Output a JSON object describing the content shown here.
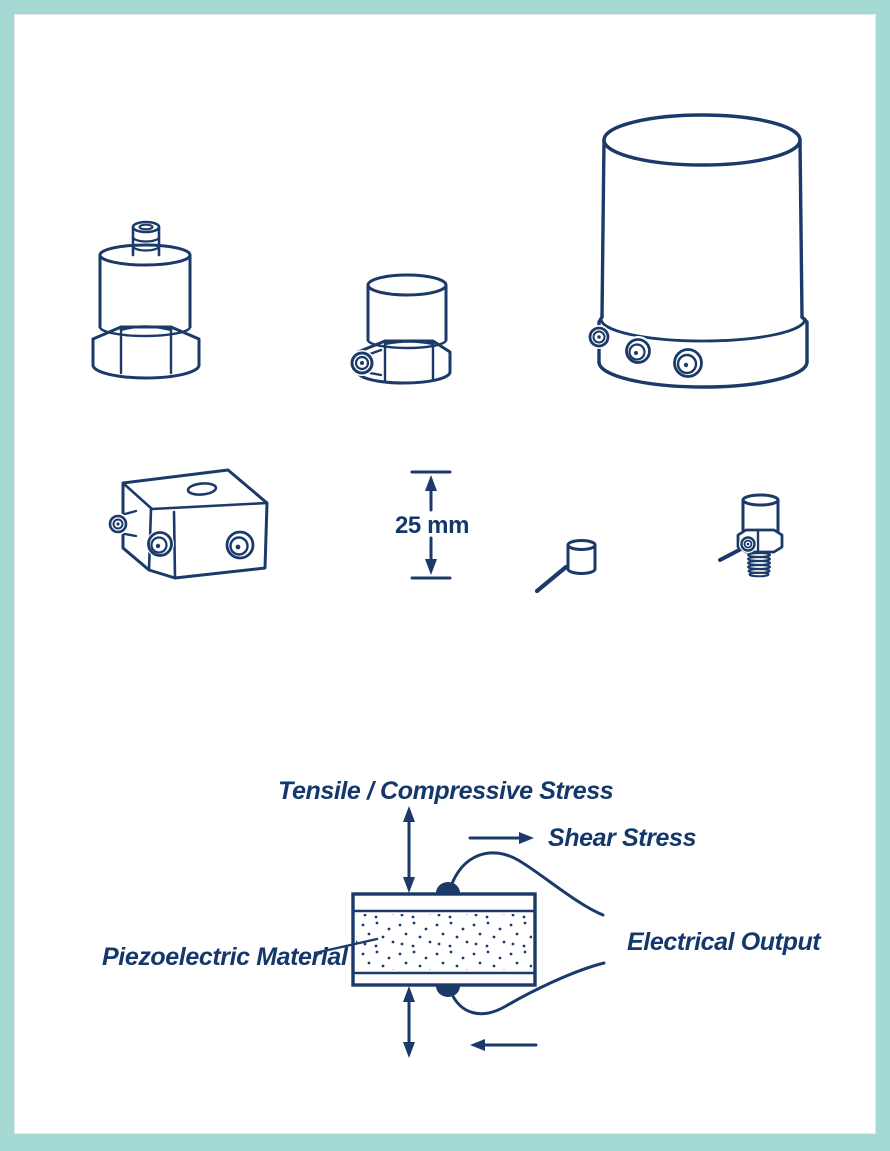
{
  "colors": {
    "border_teal": "#a4dad3",
    "canvas_white": "#ffffff",
    "ink_navy": "#1b3a69",
    "text_navy": "#14386b"
  },
  "scale_marker": {
    "label": "25 mm"
  },
  "piezo_diagram": {
    "labels": {
      "tensile": "Tensile / Compressive Stress",
      "shear": "Shear Stress",
      "electrical": "Electrical Output",
      "material": "Piezoelectric Material"
    }
  },
  "illustrations": [
    {
      "name": "compression-accelerometer-illustration"
    },
    {
      "name": "shear-accelerometer-illustration"
    },
    {
      "name": "large-triaxial-accelerometer-illustration"
    },
    {
      "name": "triaxial-block-accelerometer-illustration"
    },
    {
      "name": "miniature-accelerometer-with-cable-illustration"
    },
    {
      "name": "screw-mount-accelerometer-illustration"
    },
    {
      "name": "piezoelectric-material-sandwich-illustration"
    }
  ]
}
